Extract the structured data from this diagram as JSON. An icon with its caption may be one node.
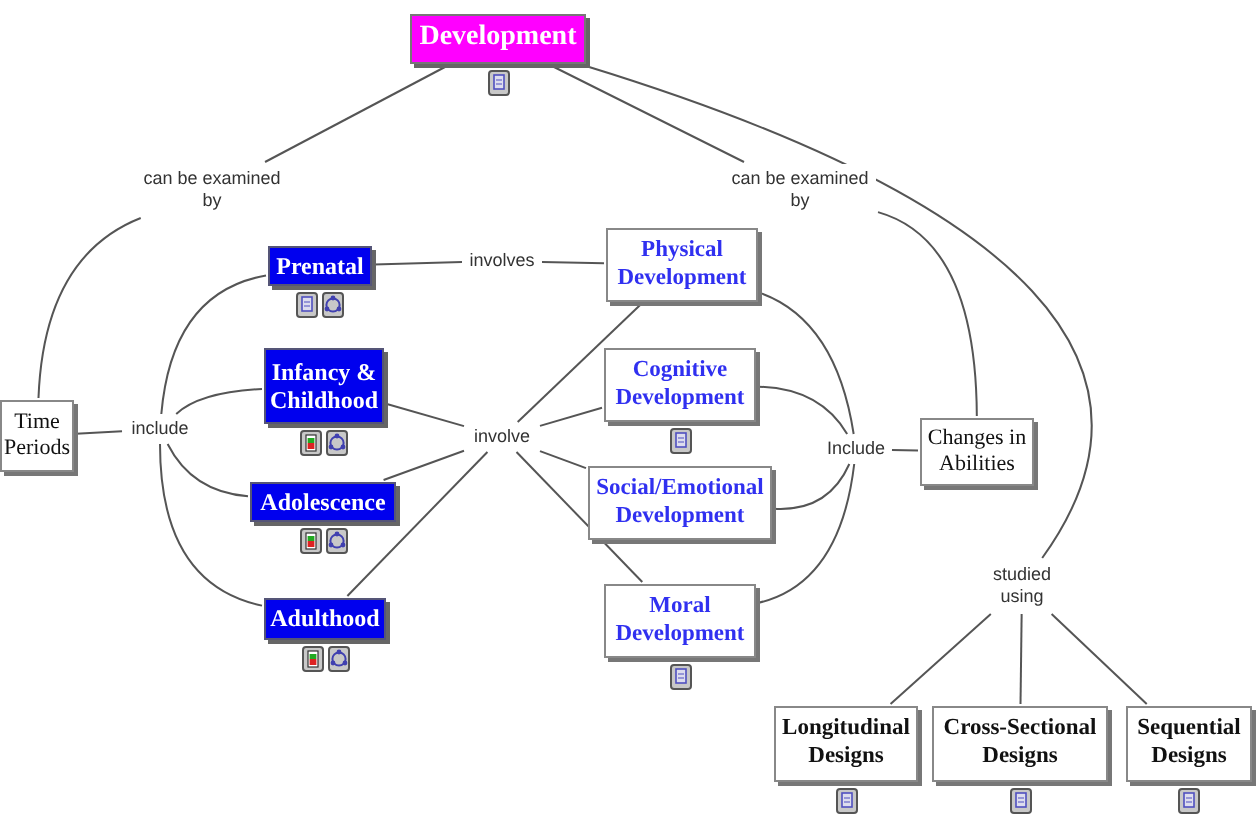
{
  "diagram": {
    "nodes": [
      {
        "text": [
          "Development"
        ]
      },
      {
        "text": [
          "can be examined by"
        ]
      },
      {
        "text": [
          "can be examined by"
        ]
      },
      {
        "text": [
          "Time Periods"
        ]
      },
      {
        "text": [
          "include"
        ]
      },
      {
        "text": [
          "Prenatal"
        ]
      },
      {
        "text": [
          "Infancy & Childhood"
        ]
      },
      {
        "text": [
          "Adolescence"
        ]
      },
      {
        "text": [
          "Adulthood"
        ]
      },
      {
        "text": [
          "involves"
        ]
      },
      {
        "text": [
          "involve"
        ]
      },
      {
        "text": [
          "Physical Development"
        ]
      },
      {
        "text": [
          "Cognitive Development"
        ]
      },
      {
        "text": [
          "Social/Emotional Development"
        ]
      },
      {
        "text": [
          "Moral Development"
        ]
      },
      {
        "text": [
          "Include"
        ]
      },
      {
        "text": [
          "Changes in Abilities"
        ]
      },
      {
        "text": [
          "studied using"
        ]
      },
      {
        "text": [
          "Longitudinal Designs"
        ]
      },
      {
        "text": [
          "Cross-Sectional Designs"
        ]
      },
      {
        "text": [
          "Sequential Designs"
        ]
      }
    ],
    "edges": [
      {
        "from": 0,
        "to": 1,
        "arrow": "none"
      },
      {
        "from": 1,
        "to": 3,
        "arrow": "none"
      },
      {
        "from": 0,
        "to": 2,
        "arrow": "none"
      },
      {
        "from": 2,
        "to": 16,
        "arrow": "none"
      },
      {
        "from": 0,
        "to": 17,
        "arrow": "none"
      },
      {
        "from": 3,
        "to": 4,
        "arrow": "none"
      },
      {
        "from": 4,
        "to": 5,
        "arrow": "none"
      },
      {
        "from": 4,
        "to": 6,
        "arrow": "none"
      },
      {
        "from": 4,
        "to": 7,
        "arrow": "none"
      },
      {
        "from": 4,
        "to": 8,
        "arrow": "none"
      },
      {
        "from": 5,
        "to": 9,
        "arrow": "none"
      },
      {
        "from": 9,
        "to": 11,
        "arrow": "none"
      },
      {
        "from": 6,
        "to": 10,
        "arrow": "none"
      },
      {
        "from": 7,
        "to": 10,
        "arrow": "none"
      },
      {
        "from": 8,
        "to": 10,
        "arrow": "none"
      },
      {
        "from": 10,
        "to": 11,
        "arrow": "none"
      },
      {
        "from": 10,
        "to": 12,
        "arrow": "none"
      },
      {
        "from": 10,
        "to": 13,
        "arrow": "none"
      },
      {
        "from": 10,
        "to": 14,
        "arrow": "none"
      },
      {
        "from": 11,
        "to": 15,
        "arrow": "none"
      },
      {
        "from": 12,
        "to": 15,
        "arrow": "none"
      },
      {
        "from": 13,
        "to": 15,
        "arrow": "none"
      },
      {
        "from": 14,
        "to": 15,
        "arrow": "none"
      },
      {
        "from": 15,
        "to": 16,
        "arrow": "none"
      },
      {
        "from": 17,
        "to": 18,
        "arrow": "none"
      },
      {
        "from": 17,
        "to": 19,
        "arrow": "none"
      },
      {
        "from": 17,
        "to": 20,
        "arrow": "none"
      }
    ]
  }
}
